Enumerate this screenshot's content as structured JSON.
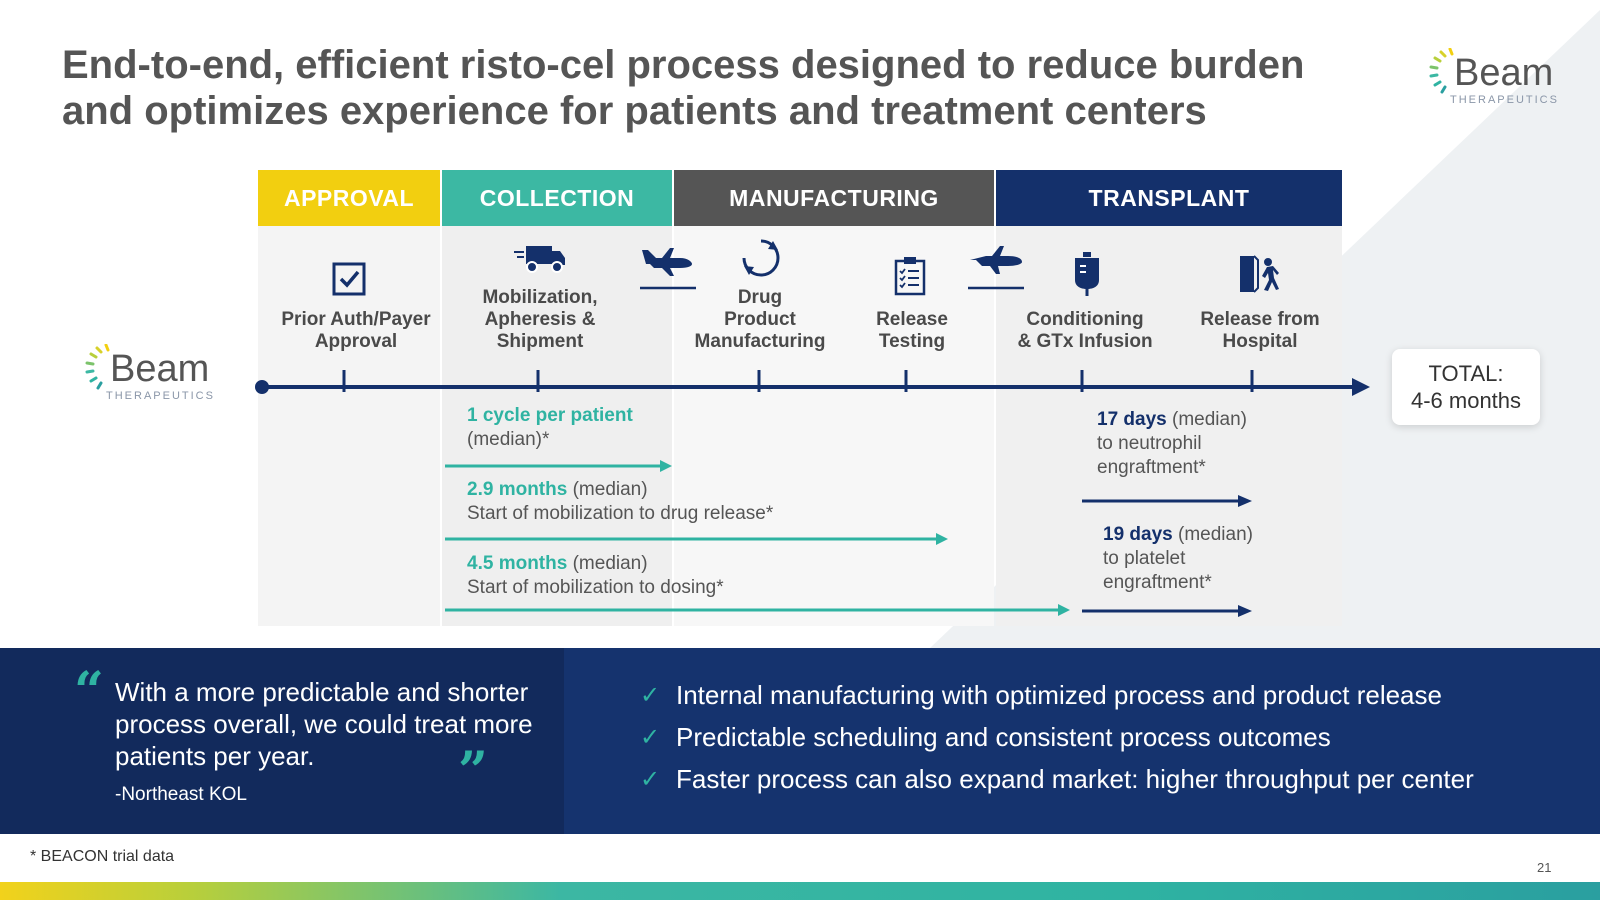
{
  "title_line1": "End-to-end, efficient risto-cel process designed to reduce burden",
  "title_line2": "and optimizes experience for patients and treatment centers",
  "logo": {
    "word": "Beam",
    "sub": "THERAPEUTICS"
  },
  "phases": [
    {
      "label": "APPROVAL",
      "color": "#f2cf10"
    },
    {
      "label": "COLLECTION",
      "color": "#3cb8a3"
    },
    {
      "label": "MANUFACTURING",
      "color": "#555555"
    },
    {
      "label": "TRANSPLANT",
      "color": "#14306b"
    }
  ],
  "steps": [
    {
      "line1": "Prior Auth/Payer",
      "line2": "Approval",
      "icon": "checkbox-icon"
    },
    {
      "line1": "Mobilization,",
      "line2": "Apheresis &",
      "line3": "Shipment",
      "icon": "truck-icon"
    },
    {
      "line1": "Drug",
      "line2": "Product",
      "line3": "Manufacturing",
      "icon": "cycle-icon"
    },
    {
      "line1": "Release",
      "line2": "Testing",
      "icon": "clipboard-icon"
    },
    {
      "line1": "Conditioning",
      "line2": "& GTx Infusion",
      "icon": "iv-bag-icon"
    },
    {
      "line1": "Release from",
      "line2": "Hospital",
      "icon": "exit-door-icon"
    }
  ],
  "annotations": {
    "a1_bold": "1 cycle per patient",
    "a1_rest": "(median)*",
    "a2_bold": "2.9 months",
    "a2_mid": " (median)",
    "a2_rest": "Start of mobilization to drug release*",
    "a3_bold": "4.5 months",
    "a3_mid": " (median)",
    "a3_rest": "Start of mobilization to dosing*",
    "a4_bold": "17 days",
    "a4_mid": " (median)",
    "a4_l2": "to neutrophil",
    "a4_l3": "engraftment*",
    "a5_bold": "19 days",
    "a5_mid": " (median)",
    "a5_l2": "to platelet",
    "a5_l3": "engraftment*"
  },
  "total": {
    "line1": "TOTAL:",
    "line2": "4-6 months"
  },
  "quote": {
    "text": "With a more predictable and shorter process overall, we could treat more patients per year.",
    "attribution": "-Northeast KOL"
  },
  "checks": [
    "Internal manufacturing with optimized process and product release",
    "Predictable scheduling and consistent process outcomes",
    "Faster process can also expand market: higher throughput per center"
  ],
  "footnote": "* BEACON trial data",
  "page_number": "21",
  "colors": {
    "teal": "#2fb3a2",
    "navy": "#14306b",
    "yellow": "#f2cf10",
    "gray": "#555555"
  }
}
